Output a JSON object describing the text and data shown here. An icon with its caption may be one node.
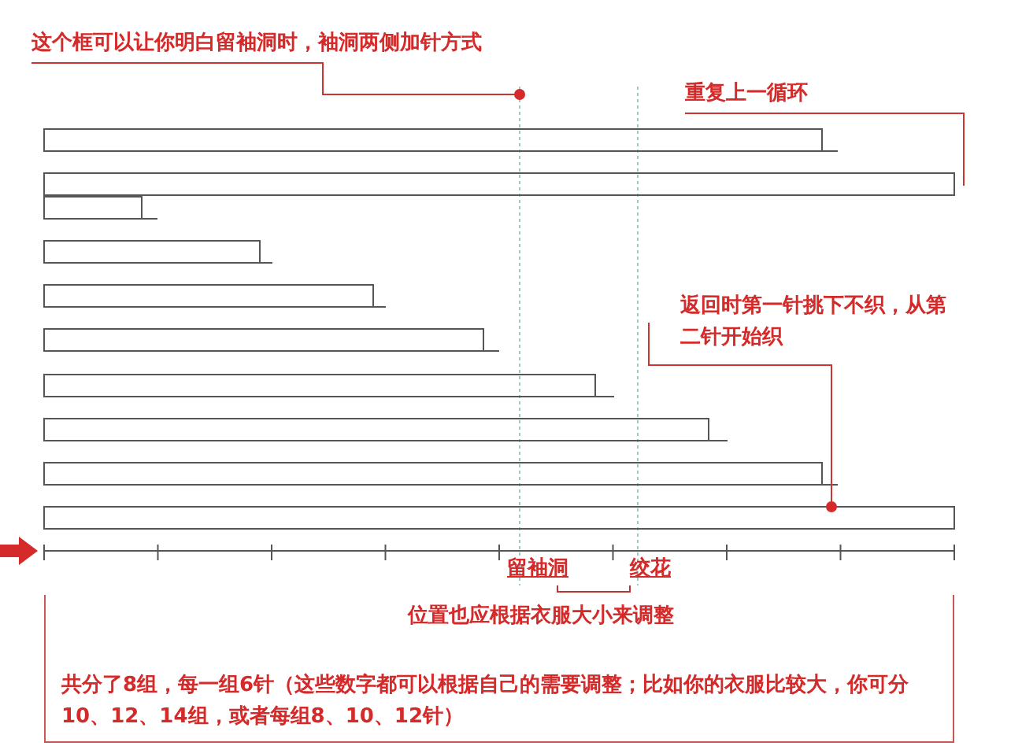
{
  "diagram": {
    "nodes": [
      {
        "text": [
          "这个框可以让你明白留袖洞时，袖洞两侧加针方式"
        ]
      },
      {
        "text": [
          "重复上一循环"
        ]
      },
      {
        "text": [
          "返回时第一针挑下不织，从第二针开始织"
        ]
      },
      {
        "text": [
          "留袖洞"
        ]
      },
      {
        "text": [
          "绞花"
        ]
      },
      {
        "text": [
          "位置也应根据衣服大小来调整",
          "共分了8组，每一组6针（这些数字都可以根据自己的需要调整；比如你的衣服比较大，你可分10、12、14组，或者每组8、10、12针）"
        ]
      }
    ],
    "edges": [
      {
        "from": 0,
        "to": null,
        "arrow": "other"
      },
      {
        "from": 1,
        "to": null,
        "arrow": "none"
      },
      {
        "from": 2,
        "to": null,
        "arrow": "other"
      }
    ]
  }
}
